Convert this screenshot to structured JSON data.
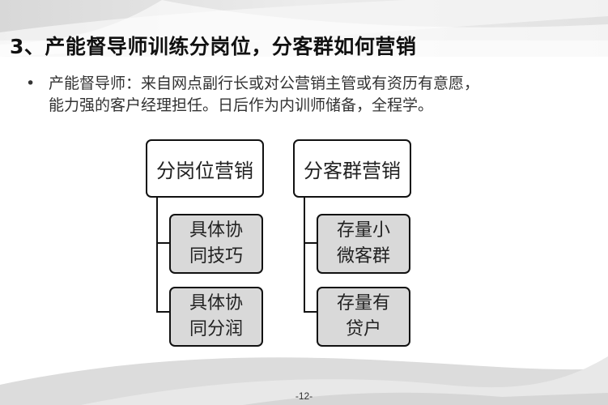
{
  "slide": {
    "title": "3、产能督导师训练分岗位，分客群如何营销",
    "bullet": {
      "marker": "•",
      "line1": "产能督导师：来自网点副行长或对公营销主管或有资历有意愿，",
      "line2": "能力强的客户经理担任。日后作为内训师储备，全程学。"
    },
    "diagram": {
      "left": {
        "label": "分岗位营销",
        "children": [
          {
            "line1": "具体协",
            "line2": "同技巧"
          },
          {
            "line1": "具体协",
            "line2": "同分润"
          }
        ]
      },
      "right": {
        "label": "分客群营销",
        "children": [
          {
            "line1": "存量小",
            "line2": "微客群"
          },
          {
            "line1": "存量有",
            "line2": "贷户"
          }
        ]
      }
    },
    "page_number": "-12-"
  }
}
